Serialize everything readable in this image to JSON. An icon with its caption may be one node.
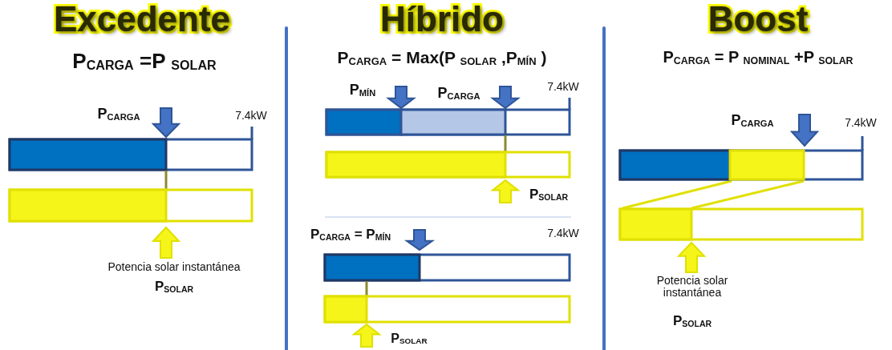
{
  "diagram": {
    "labels": [
      "Excedente",
      "Híbrido",
      "Boost",
      "P$_{CARGA}$ =P $_{SOLAR}$",
      "P$_{CARGA}$ = Max(P $_{SOLAR}$ ,P$_{MÍN}$ )",
      "P$_{CARGA}$ = P $_{NOMINAL}$ +P $_{SOLAR}$",
      "P$_{CARGA}$",
      "7.4kW",
      "Potencia solar instantánea",
      "P$_{SOLAR}$",
      "P$_{MÍN}$",
      "P$_{CARGA}$",
      "7.4kW",
      "P$_{SOLAR}$",
      "P$_{CARGA}$ = P$_{MÍN}$",
      "7.4kW",
      "P$_{SOLAR}$",
      "P$_{CARGA}$",
      "7.4kW",
      "Potencia solar instantánea",
      "P$_{SOLAR}$"
    ]
  }
}
